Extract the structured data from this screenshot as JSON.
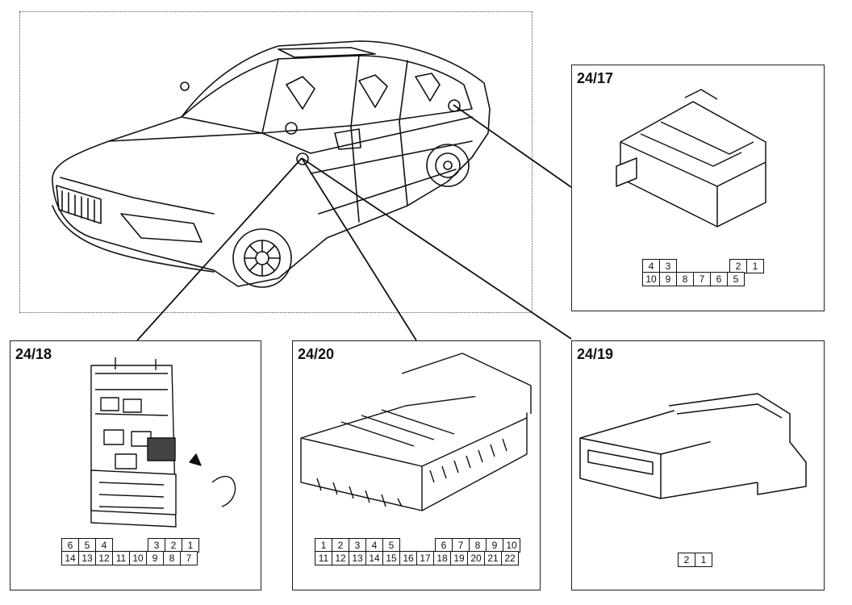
{
  "panels": {
    "p2417": {
      "label": "24/17",
      "top_row": [
        "4",
        "3",
        "",
        "",
        "",
        "2",
        "1"
      ],
      "bottom_row": [
        "10",
        "9",
        "8",
        "7",
        "6",
        "5"
      ]
    },
    "p2418": {
      "label": "24/18",
      "top_row": [
        "6",
        "5",
        "4",
        "",
        "",
        "3",
        "2",
        "1"
      ],
      "bottom_row": [
        "14",
        "13",
        "12",
        "11",
        "10",
        "9",
        "8",
        "7"
      ]
    },
    "p2420": {
      "label": "24/20",
      "top_row": [
        "1",
        "2",
        "3",
        "4",
        "5",
        "",
        "",
        "6",
        "7",
        "8",
        "9",
        "10"
      ],
      "bottom_row": [
        "11",
        "12",
        "13",
        "14",
        "15",
        "16",
        "17",
        "18",
        "19",
        "20",
        "21",
        "22"
      ]
    },
    "p2419": {
      "label": "24/19",
      "top_row": [
        "2",
        "1"
      ]
    }
  }
}
